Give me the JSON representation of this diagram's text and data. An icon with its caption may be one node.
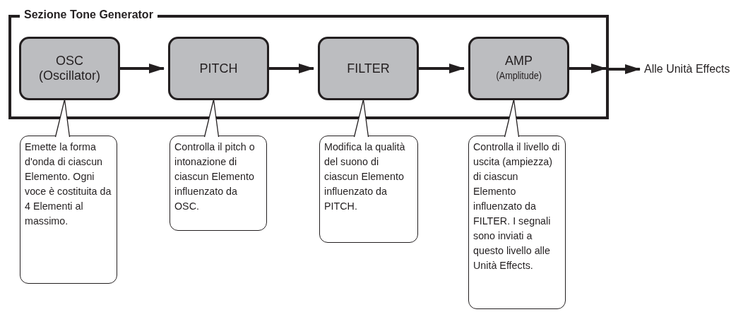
{
  "diagram": {
    "nodes": [
      {
        "text": [
          "Sezione Tone Generator"
        ]
      },
      {
        "text": [
          "OSC",
          "(Oscillator)"
        ],
        "in": 0
      },
      {
        "text": [
          "PITCH"
        ],
        "in": 0
      },
      {
        "text": [
          "FILTER"
        ],
        "in": 0
      },
      {
        "text": [
          "AMP",
          "(Amplitude)"
        ],
        "in": 0
      },
      {
        "text": [
          "Alle Unità Effects"
        ]
      },
      {
        "text": [
          "Emette la forma d'onda di ciascun Elemento. Ogni voce è costituita da 4 Elementi al massimo."
        ]
      },
      {
        "text": [
          "Controlla il pitch o intonazione di ciascun Elemento influenzato da OSC."
        ]
      },
      {
        "text": [
          "Modifica la qualità del suono di ciascun Elemento influenzato da PITCH."
        ]
      },
      {
        "text": [
          "Controlla il livello di uscita (ampiezza) di ciascun Elemento influenzato da FILTER. I segnali sono inviati a questo livello alle Unità Effects."
        ]
      }
    ],
    "edges": [
      {
        "from": 1,
        "to": 2,
        "arrow": "to"
      },
      {
        "from": 2,
        "to": 3,
        "arrow": "to"
      },
      {
        "from": 3,
        "to": 4,
        "arrow": "to"
      },
      {
        "from": 4,
        "to": 0,
        "arrow": "to"
      },
      {
        "from": 0,
        "to": 5,
        "arrow": "to"
      },
      {
        "from": 6,
        "to": 1,
        "arrow": "to"
      },
      {
        "from": 7,
        "to": 2,
        "arrow": "to"
      },
      {
        "from": 8,
        "to": 3,
        "arrow": "to"
      },
      {
        "from": 9,
        "to": 4,
        "arrow": "to"
      }
    ]
  }
}
